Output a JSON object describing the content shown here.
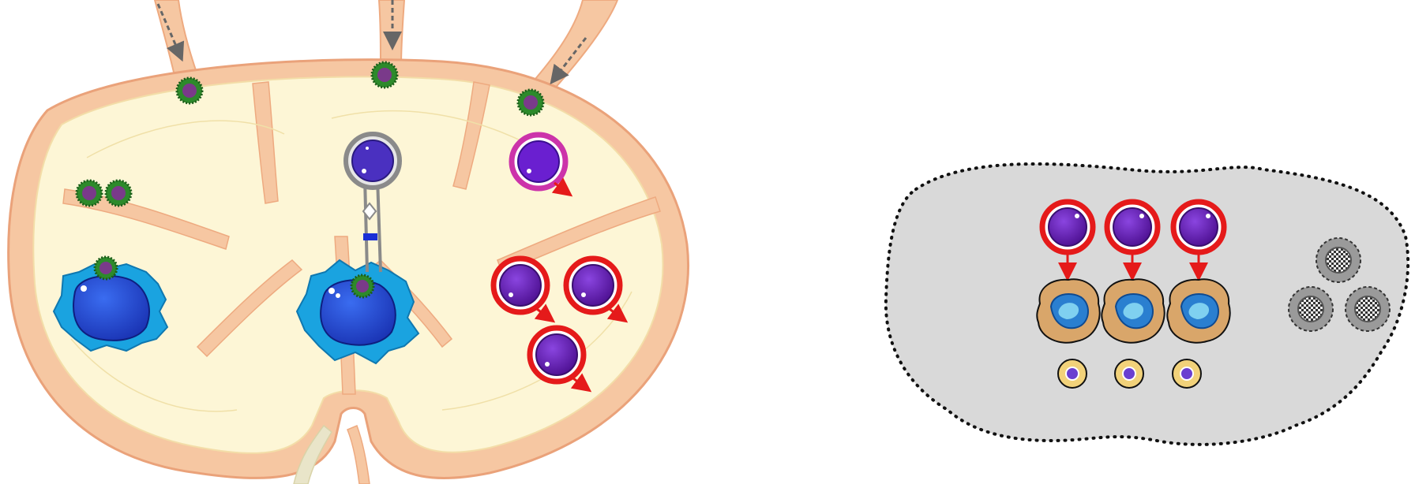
{
  "figure": {
    "left_panel": {
      "subject": "lymph-node",
      "afferent_vessels": 3,
      "flow_arrows": 3,
      "virions_on_capsule": 3,
      "virions_in_cortex": 2,
      "dendritic_cells": 2,
      "infected_dendritic_cells": 2,
      "naive_t_cells": 1,
      "activated_t_cells": 4,
      "colors": {
        "capsule": "#f6c7a2",
        "parenchyma": "#fdf6d6",
        "virion": "#2d8a2b",
        "dendritic_cell": "#1aa3e0",
        "nucleus": "#2446d8",
        "naive_t_cell": "#8a8a8a",
        "activated_border": "#e51a1a",
        "memory_border": "#cc33aa",
        "t_cell_nucleus": "#6a1fb0",
        "tcr": "#1a2fd6",
        "arrow": "#e51a1a",
        "flow_arrow": "#666666"
      }
    },
    "right_panel": {
      "subject": "peripheral-tissue",
      "boundary_style": "dotted",
      "effector_t_cells": 3,
      "target_cells": 3,
      "small_cells": 3,
      "dying_cells": 3,
      "colors": {
        "background": "#d9d9d9",
        "boundary": "#111111",
        "target_cell": "#d9a66a",
        "target_nucleus": "#2a7fd0",
        "small_cell": "#f2d27a",
        "dying_cell": "#777777"
      }
    }
  }
}
